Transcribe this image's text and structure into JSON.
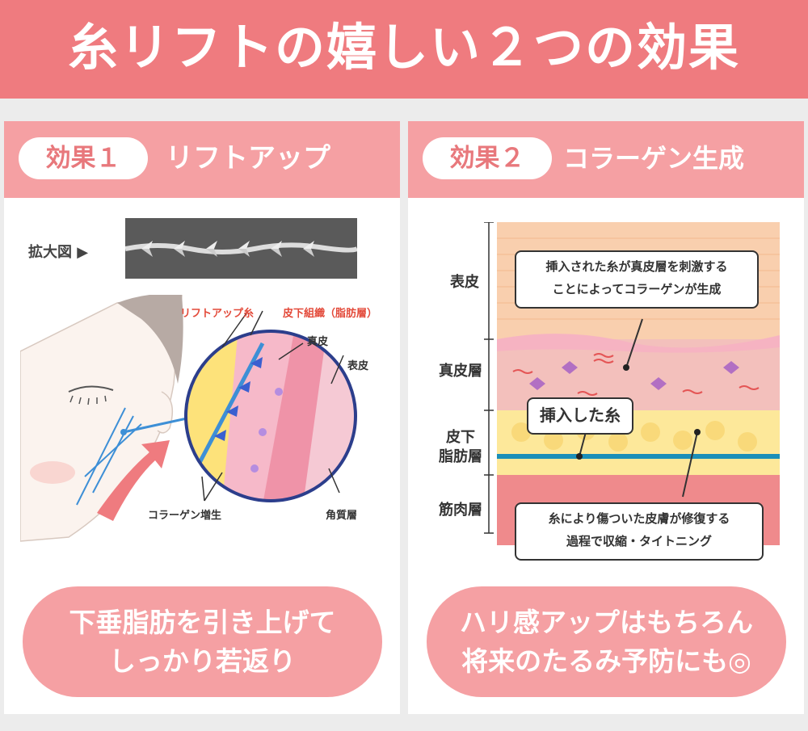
{
  "banner": {
    "title": "糸リフトの嬉しい２つの効果"
  },
  "panels": [
    {
      "badge": "効果１",
      "title": "リフトアップ",
      "zoom_label": "拡大図 ▶",
      "labels": {
        "thread": "リフトアップ糸",
        "subcutaneous": "皮下組織（脂肪層）",
        "dermis": "真皮",
        "epidermis": "表皮",
        "collagen": "コラーゲン増生",
        "stratum": "角質層"
      },
      "bottom": [
        "下垂脂肪を引き上げて",
        "しっかり若返り"
      ]
    },
    {
      "badge": "効果２",
      "title": "コラーゲン生成",
      "layers": {
        "epidermis": "表皮",
        "dermis": "真皮層",
        "fat_1": "皮下",
        "fat_2": "脂肪層",
        "muscle": "筋肉層"
      },
      "callouts": {
        "top_1": "挿入された糸が真皮層を刺激する",
        "top_2": "ことによってコラーゲンが生成",
        "thread": "挿入した糸",
        "bottom_1": "糸により傷ついた皮膚が修復する",
        "bottom_2": "過程で収縮・タイトニング"
      },
      "bottom": [
        "ハリ感アップはもちろん",
        "将来のたるみ予防にも◎"
      ]
    }
  ],
  "colors": {
    "banner": "#ef7b7f",
    "header": "#f5a0a3",
    "badge_text": "#e8787c",
    "thread_blue": "#3d8fd6",
    "label_red": "#e34a3a"
  }
}
